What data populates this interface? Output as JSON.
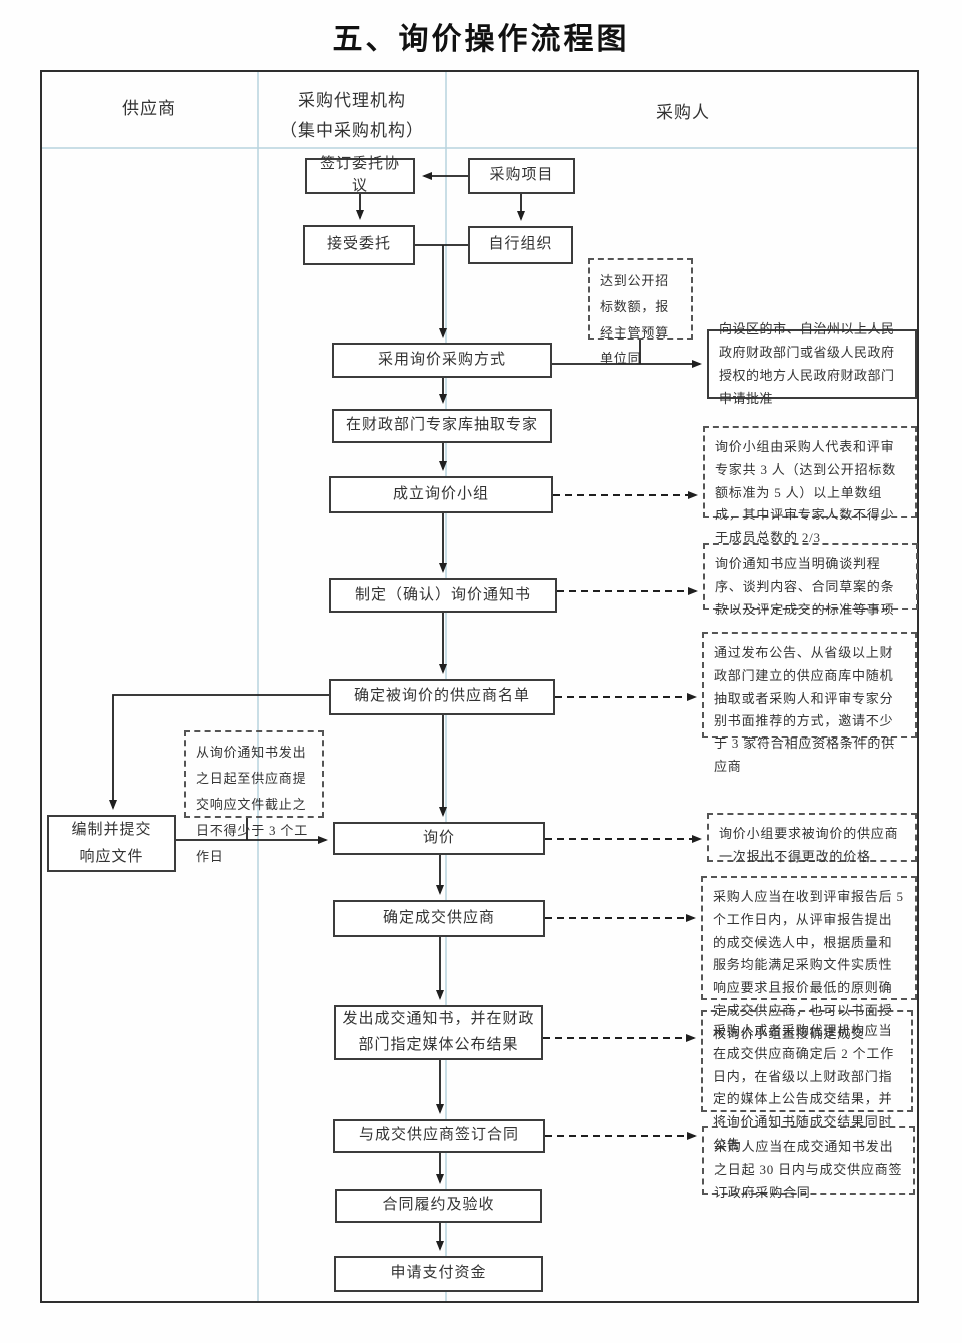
{
  "title": "五、询价操作流程图",
  "columns": {
    "supplier": "供应商",
    "agency_line1": "采购代理机构",
    "agency_line2": "（集中采购机构）",
    "purchaser": "采购人"
  },
  "nodes": {
    "sign": "签订委托协议",
    "project": "采购项目",
    "accept": "接受委托",
    "self_organize": "自行组织",
    "method": "采用询价采购方式",
    "experts": "在财政部门专家库抽取专家",
    "team": "成立询价小组",
    "notice": "制定（确认）询价通知书",
    "supplier_list": "确定被询价的供应商名单",
    "response": {
      "line1": "编制并提交",
      "line2": "响应文件"
    },
    "inquiry": "询价",
    "winner": "确定成交供应商",
    "announce": "发出成交通知书，并在财政部门指定媒体公布结果",
    "contract": "与成交供应商签订合同",
    "perform": "合同履约及验收",
    "pay": "申请支付资金",
    "approve": "向设区的市、自治州以上人民政府财政部门或省级人民政府授权的地方人民政府财政部门申请批准"
  },
  "notes": {
    "threshold": "达到公开招标数额，报经主管预算单位同",
    "deadline": "从询价通知书发出之日起至供应商提交响应文件截止之日不得少于 3 个工作日",
    "team": "询价小组由采购人代表和评审专家共 3 人（达到公开招标数额标准为 5 人）以上单数组成，其中评审专家人数不得少于成员总数的 2/3",
    "notice": "询价通知书应当明确谈判程序、谈判内容、合同草案的条款以及评定成交的标准等事项",
    "supplier_list": "通过发布公告、从省级以上财政部门建立的供应商库中随机抽取或者采购人和评审专家分别书面推荐的方式，邀请不少于 3 家符合相应资格条件的供应商",
    "inquiry": "询价小组要求被询价的供应商一次报出不得更改的价格",
    "winner": "采购人应当在收到评审报告后 5 个工作日内，从评审报告提出的成交候选人中，根据质量和服务均能满足采购文件实质性响应要求且报价最低的原则确定成交供应商，也可以书面授权询价小组直接确定成交",
    "announce": "采购人或者采购代理机构应当在成交供应商确定后 2 个工作日内，在省级以上财政部门指定的媒体上公告成交结果，并将询价通知书随成交结果同时公告",
    "contract": "采购人应当在成交通知书发出之日起 30 日内与成交供应商签订政府采购合同"
  },
  "colors": {
    "lane_divider": "#b7d3de",
    "flow_line": "#1f1f1f",
    "box_border": "#3c3c3c"
  }
}
